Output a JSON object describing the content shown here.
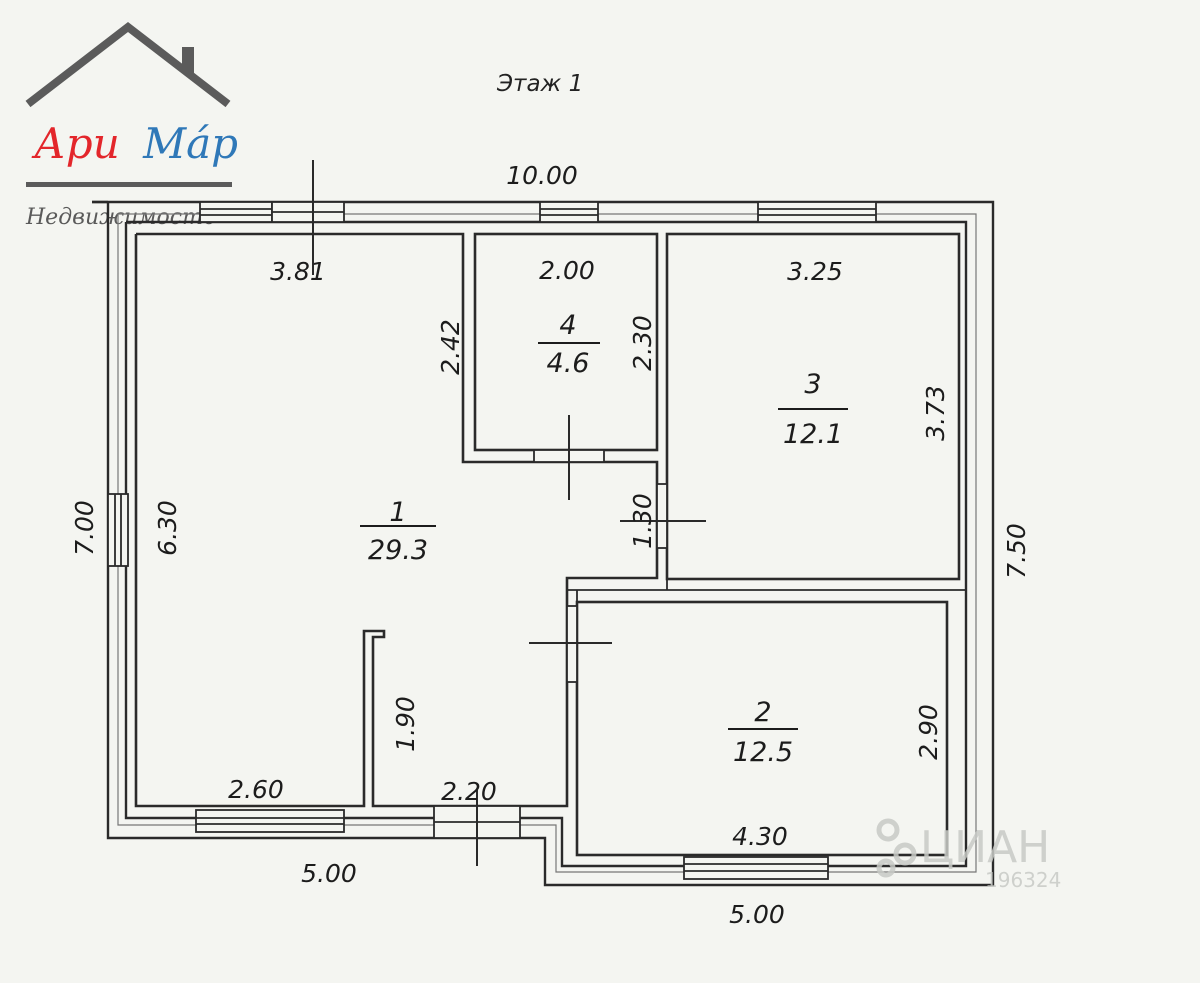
{
  "floor_title": "Этаж 1",
  "logo": {
    "brand_part1": "Ари",
    "brand_part2": "Ма́р",
    "subtitle": "Недвижимость",
    "color_part1": "#e3262b",
    "color_part2": "#2f78b8"
  },
  "watermark": {
    "brand": "ЦИАН",
    "id": "196324"
  },
  "rooms": [
    {
      "id": "room-1",
      "number": "1",
      "area": "29.3"
    },
    {
      "id": "room-2",
      "number": "2",
      "area": "12.5"
    },
    {
      "id": "room-3",
      "number": "3",
      "area": "12.1"
    },
    {
      "id": "room-4",
      "number": "4",
      "area": "4.6"
    }
  ],
  "dimensions": {
    "top_total": "10.00",
    "room1_width": "3.81",
    "room4_width": "2.00",
    "room3_width": "3.25",
    "room4_left_height": "2.42",
    "room4_right_height": "2.30",
    "room3_height": "3.73",
    "corridor_height": "1.30",
    "left_total": "7.00",
    "room1_height": "6.30",
    "right_total": "7.50",
    "partition_height": "1.90",
    "room2_height": "2.90",
    "room1_bottom_left": "2.60",
    "hall_width": "2.20",
    "room2_width": "4.30",
    "bottom_left_total": "5.00",
    "bottom_right_total": "5.00"
  }
}
